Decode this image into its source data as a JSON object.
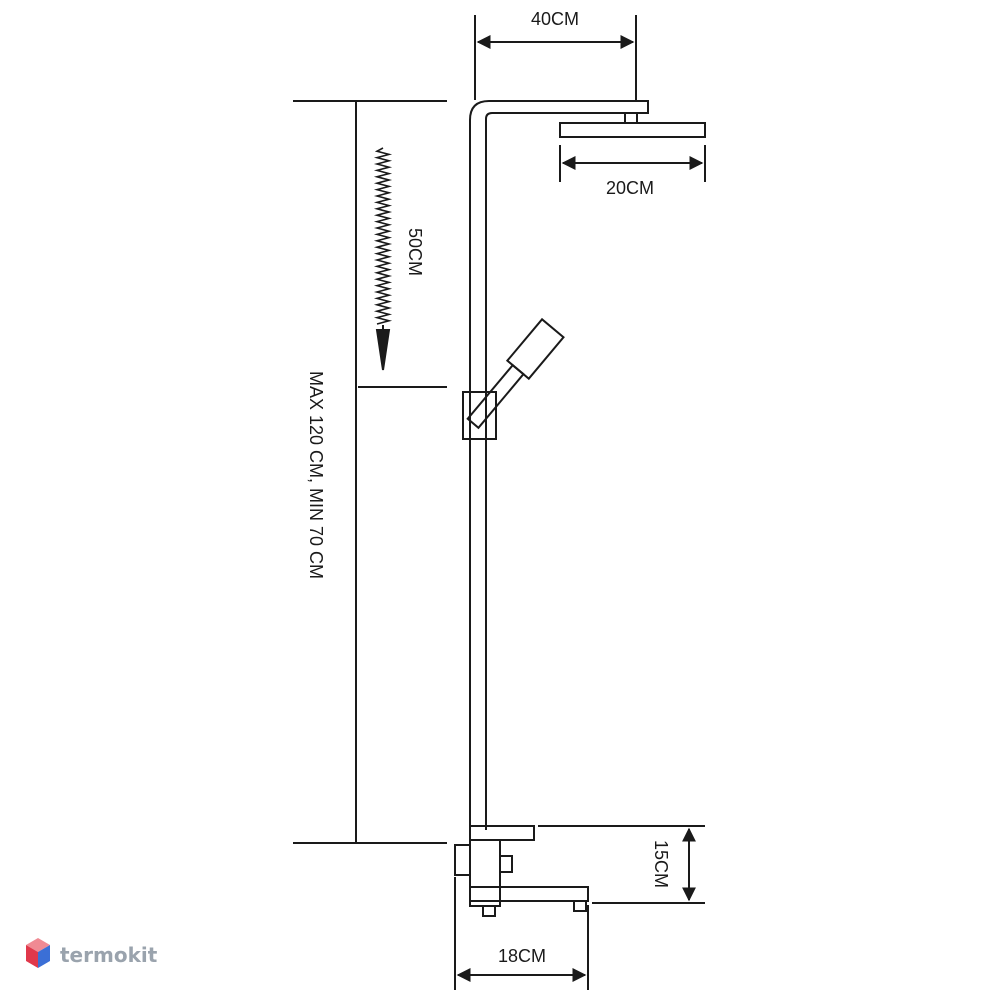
{
  "diagram": {
    "dimensions": {
      "arm_length": "40CM",
      "head_width": "20CM",
      "hose_length": "50CM",
      "height_range": "MAX 120 CM, MIN 70 CM",
      "mixer_height": "15CM",
      "spout_length": "18CM"
    },
    "watermark": {
      "brand": "termokit"
    },
    "colors": {
      "line": "#1a1a1a",
      "logo_gray": "#9aa3ad",
      "logo_red": "#e0384b",
      "logo_blue": "#3b6fd6"
    }
  }
}
